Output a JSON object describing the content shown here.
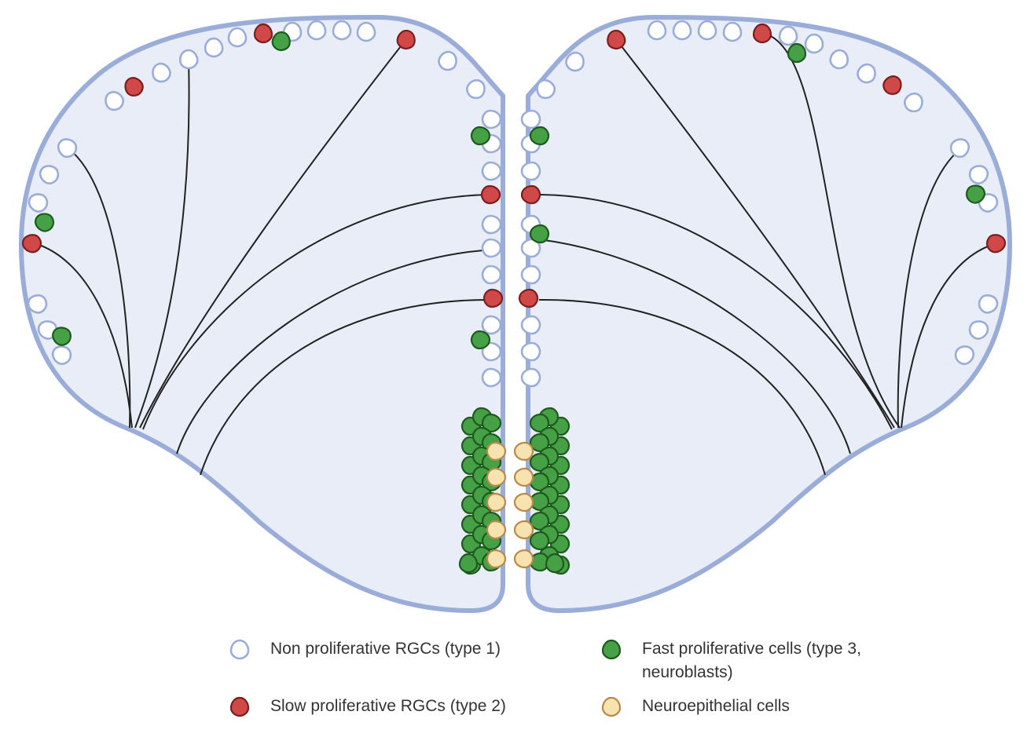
{
  "colors": {
    "outline": "#9aacd8",
    "fill": "#e8edf8",
    "fiber": "#222222",
    "type1_stroke": "#9aacd8",
    "type1_fill": "#ffffff",
    "type2_fill": "#d04848",
    "type2_stroke": "#7a1e1e",
    "type3_fill": "#46a046",
    "type3_stroke": "#1e5a1e",
    "neuro_fill": "#f7e3b0",
    "neuro_stroke": "#b78a4a"
  },
  "legend": {
    "type1": {
      "label": "Non proliferative RGCs (type 1)",
      "icon": "type1-cell-icon"
    },
    "type2": {
      "label": "Slow proliferative RGCs (type 2)",
      "icon": "type2-cell-icon"
    },
    "type3": {
      "label": "Fast proliferative cells (type 3, neuroblasts)",
      "icon": "type3-cell-icon"
    },
    "neuro": {
      "label": "Neuroepithelial cells",
      "icon": "neuroepithelial-cell-icon"
    }
  }
}
